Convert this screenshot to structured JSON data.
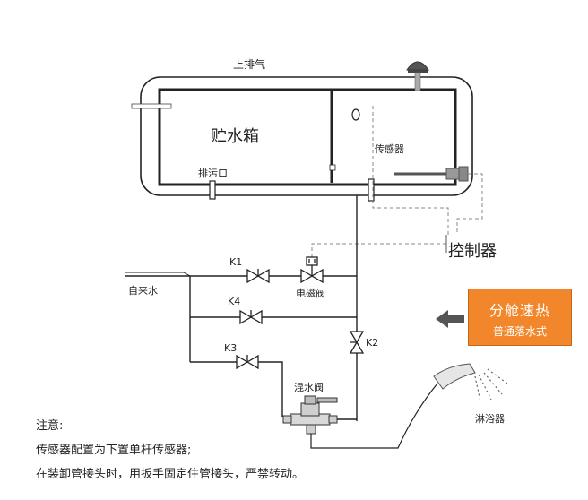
{
  "labels": {
    "top_exhaust": "上排气",
    "tank": "贮水箱",
    "drain": "排污口",
    "sensor": "传感器",
    "controller": "控制器",
    "tap_water": "自来水",
    "k1": "K1",
    "k2": "K2",
    "k3": "K3",
    "k4": "K4",
    "solenoid_valve": "电磁阀",
    "mixing_valve": "混水阀",
    "shower": "淋浴器"
  },
  "badge": {
    "title": "分舱速热",
    "subtitle": "普通落水式",
    "color": "#f2862b"
  },
  "notes": {
    "heading": "注意:",
    "line1": "传感器配置为下置单杆传感器;",
    "line2": "在装卸管接头时，用扳手固定住管接头，严禁转动。"
  }
}
